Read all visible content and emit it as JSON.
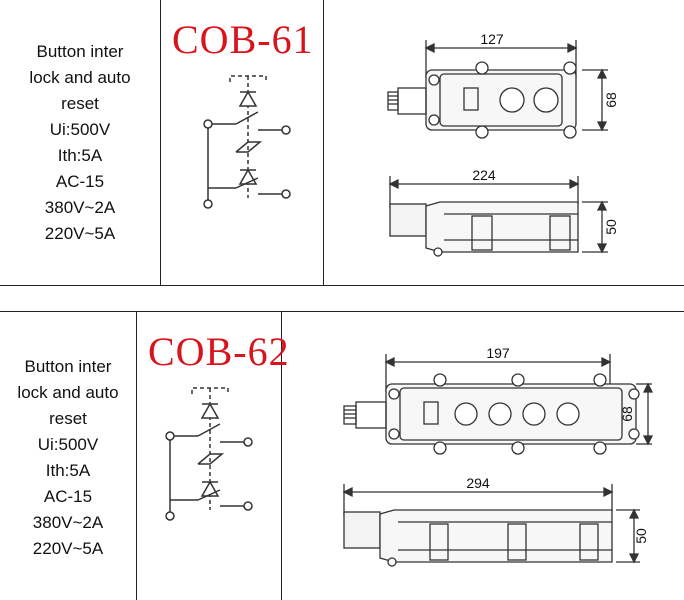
{
  "products": [
    {
      "model": "COB-61",
      "spec_lines": [
        "Button inter",
        "lock and auto",
        "reset",
        "Ui:500V",
        "Ith:5A",
        "AC-15",
        "380V~2A",
        "220V~5A"
      ],
      "dimensions": {
        "top_width": "127",
        "top_height": "68",
        "side_width": "224",
        "side_height": "50"
      },
      "button_count": 2
    },
    {
      "model": "COB-62",
      "spec_lines": [
        "Button inter",
        "lock and auto",
        "reset",
        "Ui:500V",
        "Ith:5A",
        "AC-15",
        "380V~2A",
        "220V~5A"
      ],
      "dimensions": {
        "top_width": "197",
        "top_height": "68",
        "side_width": "294",
        "side_height": "50"
      },
      "button_count": 4
    }
  ],
  "colors": {
    "model_text": "#d8141c",
    "lines": "#222222",
    "drawing": "#333333"
  }
}
